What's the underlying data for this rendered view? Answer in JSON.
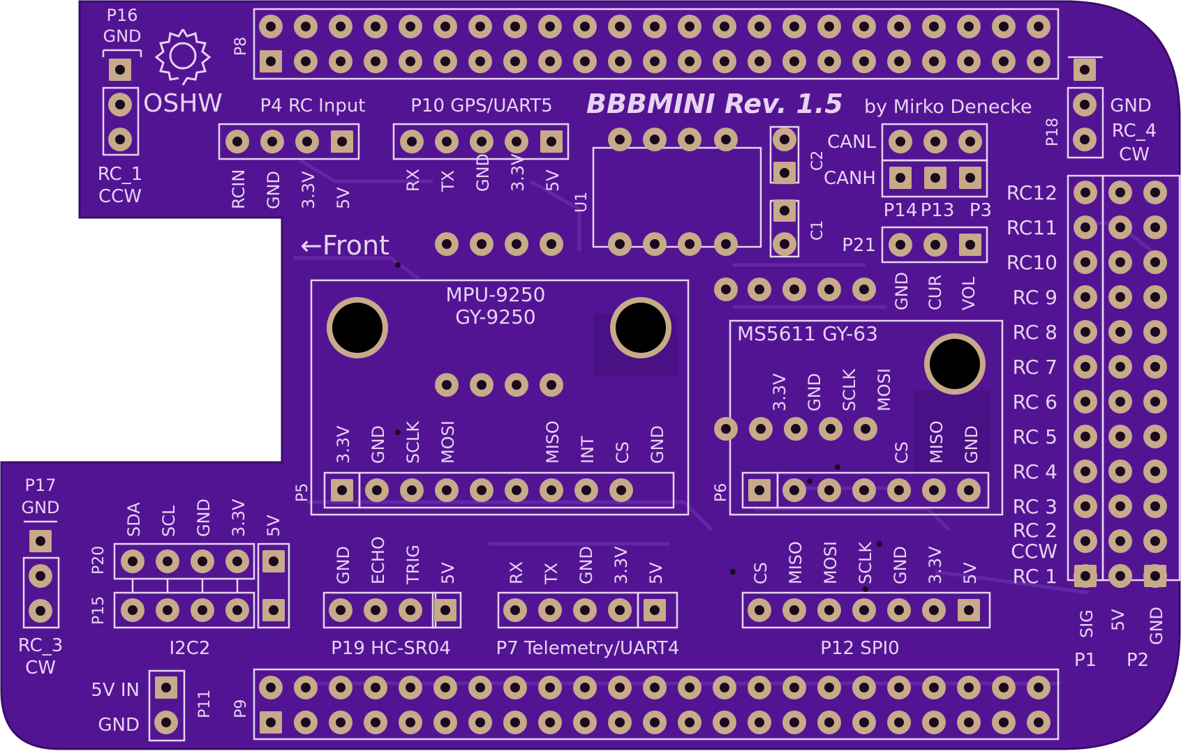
{
  "colors": {
    "board": "#531493",
    "silkscreen": "#e7d3f1",
    "copper": "#c6aa8a",
    "hole": "#1a0a1e",
    "trace": "#6a2aab"
  },
  "board": {
    "title": "BBBMINI Rev. 1.5",
    "author": "by Mirko Denecke",
    "oshw_label": "OSHW",
    "front_label": "←Front"
  },
  "headers": {
    "p8": "P8",
    "p9": "P9"
  },
  "top_left": {
    "p16": "P16",
    "p16_gnd": "GND",
    "rc1": "RC_1",
    "rc1_dir": "CCW"
  },
  "p4": {
    "title": "P4 RC Input",
    "pins": [
      "RCIN",
      "GND",
      "3.3V",
      "5V"
    ]
  },
  "p10": {
    "title": "P10 GPS/UART5",
    "pins": [
      "RX",
      "TX",
      "GND",
      "3.3V",
      "5V"
    ]
  },
  "u1": {
    "label": "U1",
    "c1": "C1",
    "c2": "C2"
  },
  "can": {
    "canl": "CANL",
    "canh": "CANH",
    "p14": "P14",
    "p13": "P13",
    "p3": "P3"
  },
  "right_top": {
    "gnd": "GND",
    "rc4": "RC_4",
    "rc4_dir": "CW",
    "p18": "P18"
  },
  "p21": {
    "title": "P21",
    "pins": [
      "GND",
      "CUR",
      "VOL"
    ]
  },
  "mpu": {
    "line1": "MPU-9250",
    "line2": "GY-9250",
    "p5": "P5",
    "pins": [
      "3.3V",
      "GND",
      "SCLK",
      "MOSI",
      "MISO",
      "INT",
      "CS",
      "GND"
    ]
  },
  "ms5611": {
    "title": "MS5611 GY-63",
    "p6": "P6",
    "pins_upper": [
      "3.3V",
      "GND",
      "SCLK",
      "MOSI"
    ],
    "pins_lower": [
      "CS",
      "MISO",
      "GND"
    ]
  },
  "rc_outputs": {
    "labels": [
      "RC12",
      "RC11",
      "RC10",
      "RC 9",
      "RC 8",
      "RC 7",
      "RC 6",
      "RC 5",
      "RC 4",
      "RC 3",
      "RC 2",
      "CCW",
      "RC 1"
    ],
    "sig": "SIG",
    "v5": "5V",
    "gnd": "GND",
    "p1": "P1",
    "p2": "P2"
  },
  "left_bottom": {
    "p17": "P17",
    "p17_gnd": "GND",
    "rc3": "RC_3",
    "rc3_dir": "CW"
  },
  "i2c": {
    "pins": [
      "SDA",
      "SCL",
      "GND",
      "3.3V",
      "5V"
    ],
    "p20": "P20",
    "p15": "P15",
    "title": "I2C2"
  },
  "p19": {
    "pins": [
      "GND",
      "ECHO",
      "TRIG",
      "5V"
    ],
    "title": "P19 HC-SR04"
  },
  "p7": {
    "pins": [
      "RX",
      "TX",
      "GND",
      "3.3V",
      "5V"
    ],
    "title": "P7 Telemetry/UART4"
  },
  "p12": {
    "pins": [
      "CS",
      "MISO",
      "MOSI",
      "SCLK",
      "GND",
      "3.3V",
      "5V"
    ],
    "title": "P12 SPI0"
  },
  "p11": {
    "label": "P11",
    "v5_in": "5V IN",
    "gnd": "GND"
  }
}
